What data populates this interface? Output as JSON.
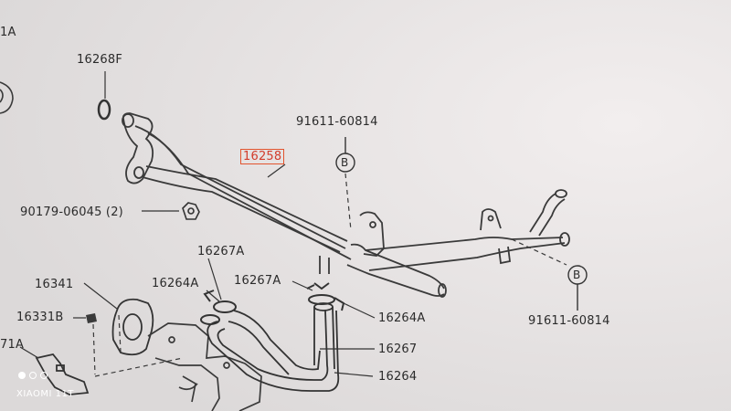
{
  "diagram": {
    "callouts": {
      "p_1a": "1A",
      "p_16268f": "16268F",
      "p_91611_60814_top": "91611-60814",
      "p_16258": "16258",
      "p_b_top": "B",
      "p_90179": "90179-06045 (2)",
      "p_16267a_top": "16267A",
      "p_16341": "16341",
      "p_16264a_left": "16264A",
      "p_16267a_mid": "16267A",
      "p_16331b": "16331B",
      "p_16264a_right": "16264A",
      "p_b_right": "B",
      "p_91611_60814_right": "91611-60814",
      "p_71a": "71A",
      "p_16267": "16267",
      "p_16264": "16264"
    },
    "highlight_color": "#e2542e",
    "line_color": "#3a3a3a"
  },
  "watermark": {
    "brand": "XIAOMI 11T",
    "icon": "camera-lens-dots-icon"
  }
}
